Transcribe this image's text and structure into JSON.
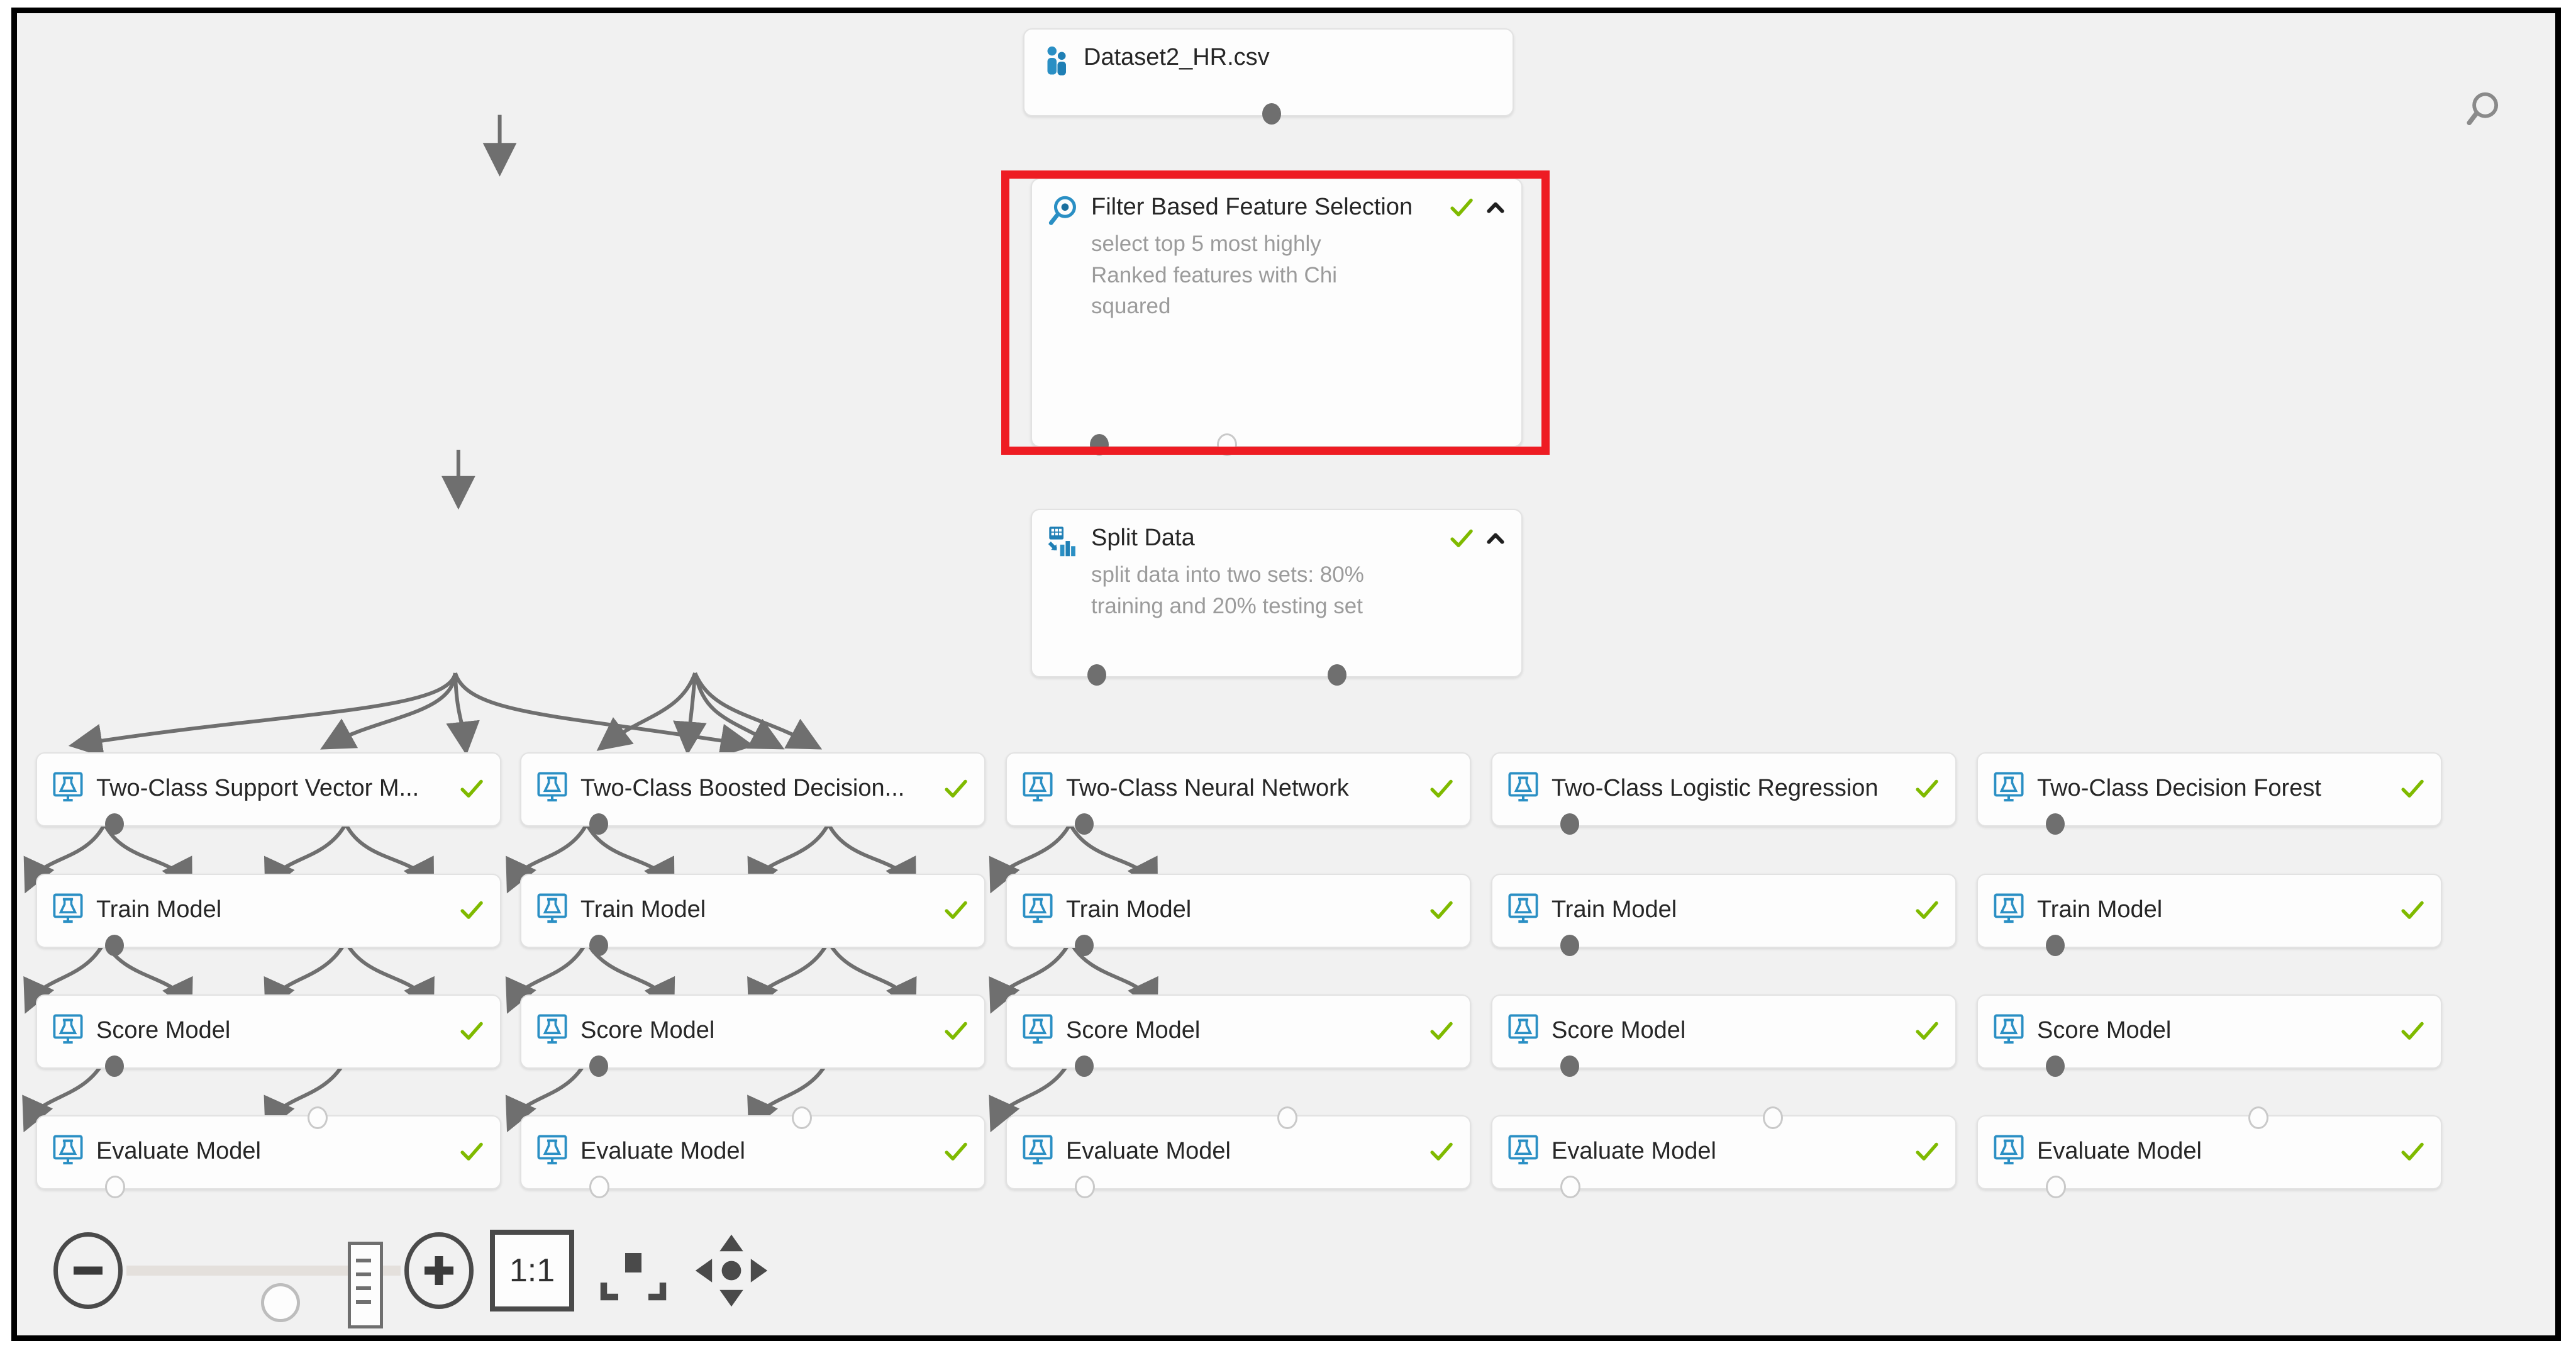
{
  "app": {
    "canvas_background": "#f1f1f1",
    "highlight_color": "#ee1c23",
    "status_ok_color": "#7fba00"
  },
  "search": {
    "icon": "search-icon"
  },
  "pipeline": {
    "dataset": {
      "title": "Dataset2_HR.csv",
      "subtitle": "",
      "icon": "dataset-icon",
      "status": "ok"
    },
    "feature_selection": {
      "title": "Filter Based Feature Selection",
      "subtitle": "select top 5 most highly\nRanked   features with Chi\nsquared",
      "icon": "feature-selection-icon",
      "status": "ok",
      "collapse": "chevron-up-icon",
      "highlighted": true
    },
    "split": {
      "title": "Split Data",
      "subtitle": "split data into two sets: 80%\ntraining  and 20% testing set",
      "icon": "split-data-icon",
      "status": "ok",
      "collapse": "chevron-up-icon"
    },
    "columns": [
      {
        "algorithm": "Two-Class Support Vector M...",
        "train": "Train Model",
        "score": "Score Model",
        "evaluate": "Evaluate Model",
        "status": "ok"
      },
      {
        "algorithm": "Two-Class Boosted Decision...",
        "train": "Train Model",
        "score": "Score Model",
        "evaluate": "Evaluate Model",
        "status": "ok"
      },
      {
        "algorithm": "Two-Class Neural Network",
        "train": "Train Model",
        "score": "Score Model",
        "evaluate": "Evaluate Model",
        "status": "ok"
      },
      {
        "algorithm": "Two-Class Logistic Regression",
        "train": "Train Model",
        "score": "Score Model",
        "evaluate": "Evaluate Model",
        "status": "ok"
      },
      {
        "algorithm": "Two-Class Decision Forest",
        "train": "Train Model",
        "score": "Score Model",
        "evaluate": "Evaluate Model",
        "status": "ok"
      }
    ]
  },
  "toolbar": {
    "zoom_out_label": "zoom-out",
    "zoom_in_label": "zoom-in",
    "ratio_label": "1:1",
    "fit_label": "fit-to-screen",
    "pan_label": "pan"
  }
}
